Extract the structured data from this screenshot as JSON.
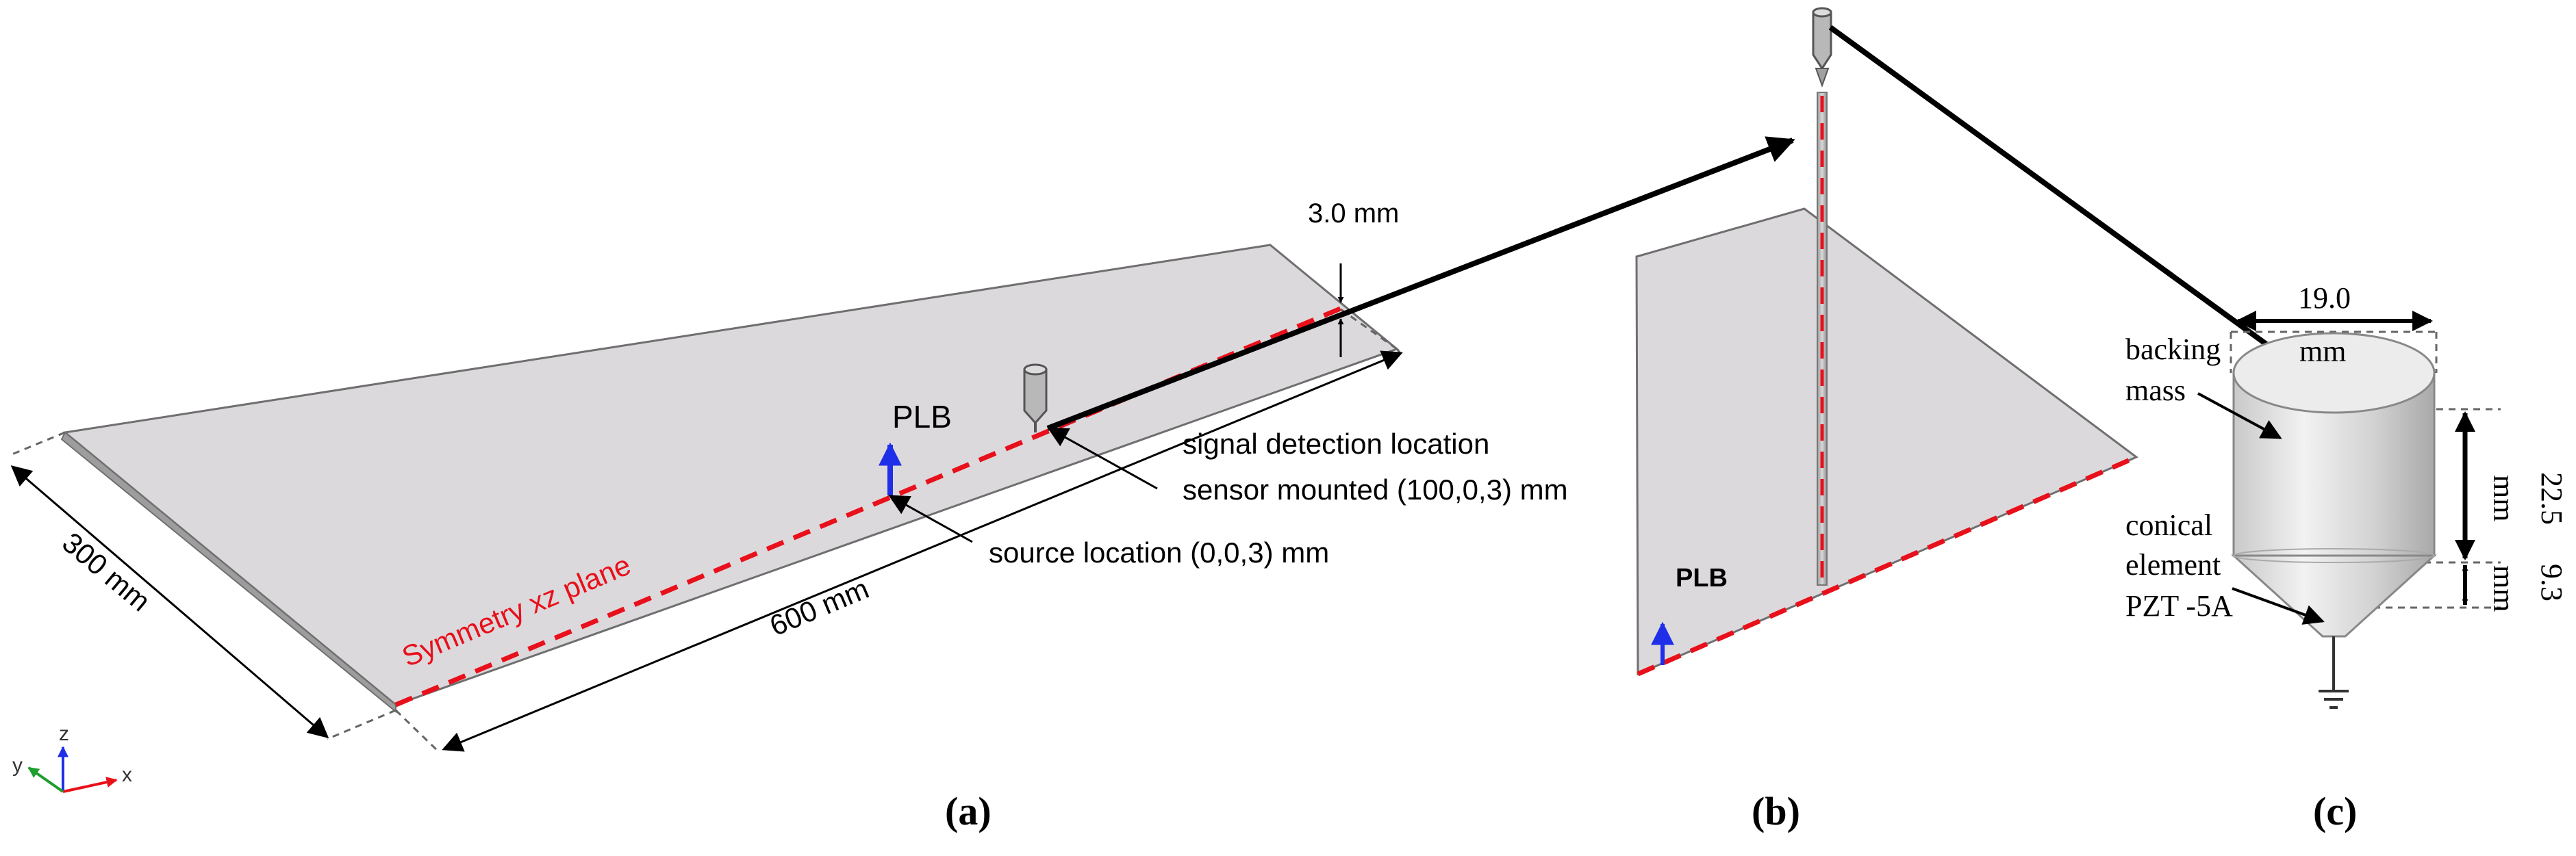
{
  "panel_a": {
    "thickness_label": "3.0 mm",
    "plb_label": "PLB",
    "signal_label_1": "signal detection location",
    "signal_label_2": "sensor mounted (100,0,3) mm",
    "source_label": "source location  (0,0,3) mm",
    "symmetry_label": "Symmetry xz plane",
    "length_label": "600 mm",
    "width_label": "300 mm",
    "caption": "(a)"
  },
  "axes_triad": {
    "z": "z",
    "y": "y",
    "x": "x"
  },
  "panel_b": {
    "plb_label": "PLB",
    "caption": "(b)"
  },
  "panel_c": {
    "diameter_label_1": "19.0",
    "diameter_label_2": "mm",
    "backing_1": "backing",
    "backing_2": "mass",
    "conical_1": "conical",
    "conical_2": "element",
    "conical_3": "PZT -5A",
    "height1_label_1": "22.5",
    "height1_label_2": "mm",
    "height2_label_1": "9.3",
    "height2_label_2": "mm",
    "caption": "(c)"
  },
  "colors": {
    "plate": "#dcd9dd",
    "plate_edge": "#6f6f6f",
    "symmetry_red": "#e8101a",
    "plb_blue": "#1f2ee8",
    "sensor_gray": "#b8b8b8"
  }
}
